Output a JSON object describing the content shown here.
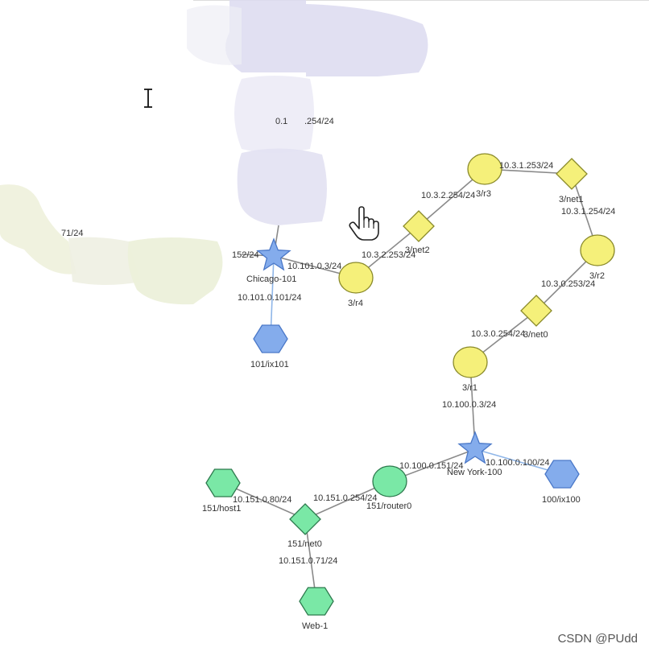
{
  "colors": {
    "yellow_node": "#f5f07a",
    "green_node": "#7ae8a6",
    "blue_node": "#84acec",
    "edge": "#8a8a8a",
    "edge_blue": "#8fb6e8",
    "blur_purple": "#dcdaf0",
    "blur_green": "#eef1dc"
  },
  "nodes": [
    {
      "id": "r3",
      "label": "3/r3",
      "shape": "circle",
      "color": "yellow",
      "name": "router-node-3-r3"
    },
    {
      "id": "net1",
      "label": "3/net1",
      "shape": "diamond",
      "color": "yellow",
      "name": "network-node-3-net1"
    },
    {
      "id": "r2",
      "label": "3/r2",
      "shape": "circle",
      "color": "yellow",
      "name": "router-node-3-r2"
    },
    {
      "id": "net0",
      "label": "3/net0",
      "shape": "diamond",
      "color": "yellow",
      "name": "network-node-3-net0"
    },
    {
      "id": "r1",
      "label": "3/r1",
      "shape": "circle",
      "color": "yellow",
      "name": "router-node-3-r1"
    },
    {
      "id": "net2",
      "label": "3/net2",
      "shape": "diamond",
      "color": "yellow",
      "name": "network-node-3-net2"
    },
    {
      "id": "r4",
      "label": "3/r4",
      "shape": "circle",
      "color": "yellow",
      "name": "router-node-3-r4"
    },
    {
      "id": "chicago",
      "label": "Chicago-101",
      "shape": "star",
      "color": "blue",
      "name": "chicago-101-star-node"
    },
    {
      "id": "ix101",
      "label": "101/ix101",
      "shape": "hexagon",
      "color": "blue",
      "name": "ix101-hexagon-node"
    },
    {
      "id": "newyork",
      "label": "New York-100",
      "shape": "star",
      "color": "blue",
      "name": "new-york-100-star-node"
    },
    {
      "id": "ix100",
      "label": "100/ix100",
      "shape": "hexagon",
      "color": "blue",
      "name": "ix100-hexagon-node"
    },
    {
      "id": "router0",
      "label": "151/router0",
      "shape": "circle",
      "color": "green",
      "name": "router-node-151-router0"
    },
    {
      "id": "net151",
      "label": "151/net0",
      "shape": "diamond",
      "color": "green",
      "name": "network-node-151-net0"
    },
    {
      "id": "host1",
      "label": "151/host1",
      "shape": "hexagon",
      "color": "green",
      "name": "host-node-151-host1"
    },
    {
      "id": "web1",
      "label": "Web-1",
      "shape": "hexagon",
      "color": "green",
      "name": "host-node-web-1"
    }
  ],
  "edges": [
    {
      "from": "r3",
      "to": "net1",
      "style": "gray"
    },
    {
      "from": "net1",
      "to": "r2",
      "style": "gray"
    },
    {
      "from": "r2",
      "to": "net0",
      "style": "gray"
    },
    {
      "from": "net0",
      "to": "r1",
      "style": "gray"
    },
    {
      "from": "r1",
      "to": "newyork",
      "style": "gray"
    },
    {
      "from": "r3",
      "to": "net2",
      "style": "gray"
    },
    {
      "from": "net2",
      "to": "r4",
      "style": "gray"
    },
    {
      "from": "r4",
      "to": "chicago",
      "style": "gray"
    },
    {
      "from": "chicago",
      "to": "ix101",
      "style": "blue"
    },
    {
      "from": "chicago",
      "to": "top_hidden",
      "style": "gray"
    },
    {
      "from": "chicago",
      "to": "left_hidden",
      "style": "gray"
    },
    {
      "from": "newyork",
      "to": "ix100",
      "style": "blue"
    },
    {
      "from": "newyork",
      "to": "router0",
      "style": "gray"
    },
    {
      "from": "router0",
      "to": "net151",
      "style": "gray"
    },
    {
      "from": "net151",
      "to": "host1",
      "style": "gray"
    },
    {
      "from": "net151",
      "to": "web1",
      "style": "gray"
    }
  ],
  "edge_labels": [
    {
      "id": "l1",
      "text": "10.3.1.253/24"
    },
    {
      "id": "l2",
      "text": "10.3.2.254/24"
    },
    {
      "id": "l3",
      "text": "10.3.1.254/24"
    },
    {
      "id": "l4",
      "text": "10.3.2.253/24"
    },
    {
      "id": "l5",
      "text": "10.3.0.253/24"
    },
    {
      "id": "l6",
      "text": "10.3.0.254/24"
    },
    {
      "id": "l7",
      "text": "10.101.0.3/24"
    },
    {
      "id": "l8",
      "text": "10.101.0.101/24"
    },
    {
      "id": "l9",
      "text": "10.100.0.3/24"
    },
    {
      "id": "l10",
      "text": "10.100.0.151/24"
    },
    {
      "id": "l11",
      "text": "10.100.0.100/24"
    },
    {
      "id": "l12",
      "text": "10.151.0.254/24"
    },
    {
      "id": "l13",
      "text": "10.151.0.80/24"
    },
    {
      "id": "l14",
      "text": "10.151.0.71/24"
    },
    {
      "id": "l15",
      "text": "0.1"
    },
    {
      "id": "l16",
      "text": ".254/24"
    },
    {
      "id": "l17",
      "text": "71/24"
    },
    {
      "id": "l18",
      "text": "152/24"
    }
  ],
  "watermark": "CSDN @PUdd"
}
